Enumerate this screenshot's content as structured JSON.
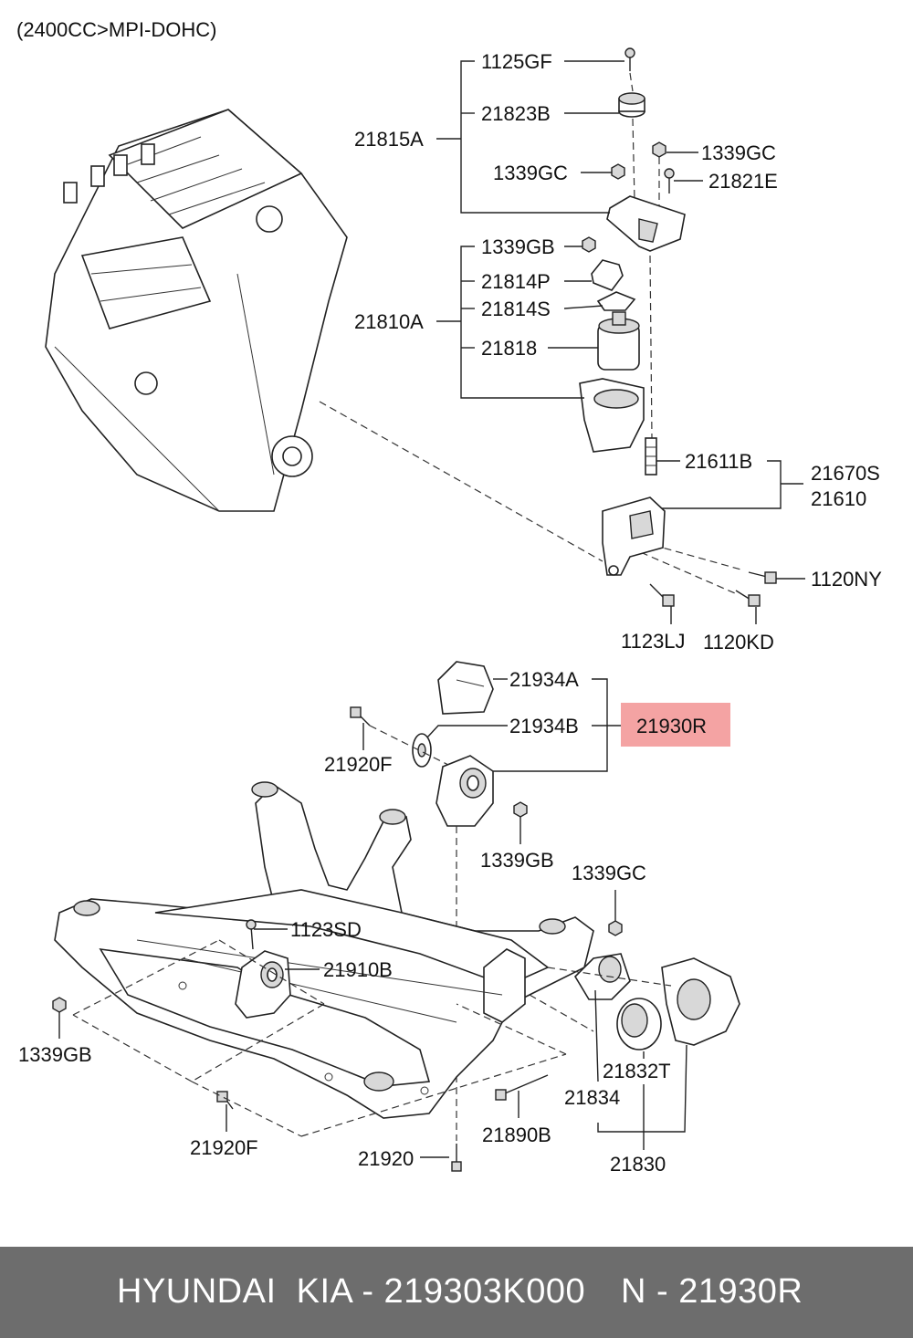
{
  "header_note": "(2400CC>MPI-DOHC)",
  "labels": {
    "p1125GF": "1125GF",
    "p21823B": "21823B",
    "p21815A": "21815A",
    "p1339GC_a": "1339GC",
    "p1339GC_b": "1339GC",
    "p21821E": "21821E",
    "p1339GB_a": "1339GB",
    "p21814P": "21814P",
    "p21814S": "21814S",
    "p21810A": "21810A",
    "p21818": "21818",
    "p21611B": "21611B",
    "p21670S": "21670S",
    "p21610": "21610",
    "p1120NY": "1120NY",
    "p1123LJ": "1123LJ",
    "p1120KD": "1120KD",
    "p21934A": "21934A",
    "p21934B": "21934B",
    "p21930R": "21930R",
    "p21920F_a": "21920F",
    "p1339GB_b": "1339GB",
    "p1339GC_c": "1339GC",
    "p1123SD": "1123SD",
    "p21910B": "21910B",
    "p1339GB_c": "1339GB",
    "p21832T": "21832T",
    "p21834": "21834",
    "p21890B": "21890B",
    "p21920F_b": "21920F",
    "p21920": "21920",
    "p21830": "21830"
  },
  "highlight": {
    "part": "21930R",
    "color": "#f4a3a3"
  },
  "footer": {
    "brand_text": "HYUNDAI  KIA - 219303K000",
    "ref_text": "N - 21930R",
    "background": "#6d6d6d"
  }
}
